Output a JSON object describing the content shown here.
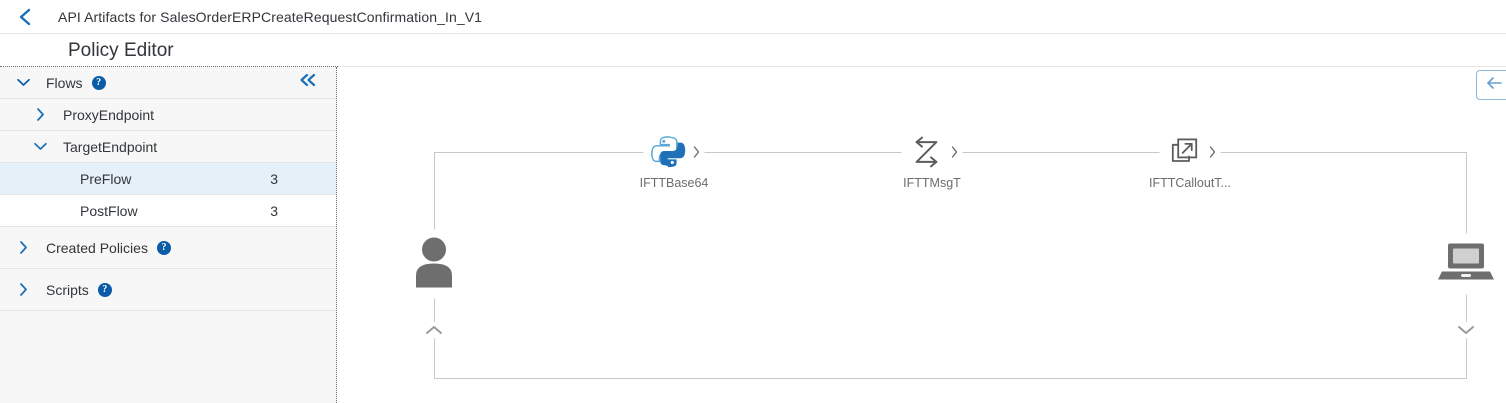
{
  "topbar": {
    "back_icon": "chevron-left-icon",
    "breadcrumb": "API Artifacts for SalesOrderERPCreateRequestConfirmation_In_V1"
  },
  "page": {
    "title": "Policy Editor"
  },
  "sidebar": {
    "collapse_icon": "double-chevron-left-icon",
    "help_glyph": "?",
    "items": [
      {
        "label": "Flows",
        "level": 0,
        "expanded": true,
        "has_help": true,
        "count": "",
        "selected": false
      },
      {
        "label": "ProxyEndpoint",
        "level": 1,
        "expanded": false,
        "has_help": false,
        "count": "",
        "selected": false
      },
      {
        "label": "TargetEndpoint",
        "level": 1,
        "expanded": true,
        "has_help": false,
        "count": "",
        "selected": false
      },
      {
        "label": "PreFlow",
        "level": 2,
        "expanded": null,
        "has_help": false,
        "count": "3",
        "selected": true
      },
      {
        "label": "PostFlow",
        "level": 2,
        "expanded": null,
        "has_help": false,
        "count": "3",
        "selected": false
      },
      {
        "label": "Created Policies",
        "level": 0,
        "expanded": false,
        "has_help": true,
        "count": "",
        "selected": false
      },
      {
        "label": "Scripts",
        "level": 0,
        "expanded": false,
        "has_help": true,
        "count": "",
        "selected": false
      }
    ]
  },
  "canvas": {
    "reset_button_icon": "arrow-left-icon",
    "nodes": [
      {
        "label": "IFTTBase64",
        "icon": "python-logo-icon"
      },
      {
        "label": "IFTTMsgT",
        "icon": "message-transform-z-icon"
      },
      {
        "label": "IFTTCalloutT...",
        "icon": "service-callout-icon"
      }
    ],
    "left_actor": {
      "icon": "person-icon",
      "name": "client-actor"
    },
    "right_actor": {
      "icon": "laptop-icon",
      "name": "backend-actor"
    },
    "flow_direction_marks": [
      "chevron-up-icon",
      "chevron-up-icon",
      "chevron-down-icon",
      "chevron-down-icon"
    ]
  },
  "colors": {
    "accent_blue": "#0a5ca8",
    "selected_row": "#e5f0f9",
    "sidebar_bg": "#f7f7f7",
    "line_gray": "#c8c8c8",
    "text": "#32363a",
    "muted_text": "#6a6d70",
    "python_blue": "#1f70b6",
    "python_light": "#5aa7d8"
  }
}
